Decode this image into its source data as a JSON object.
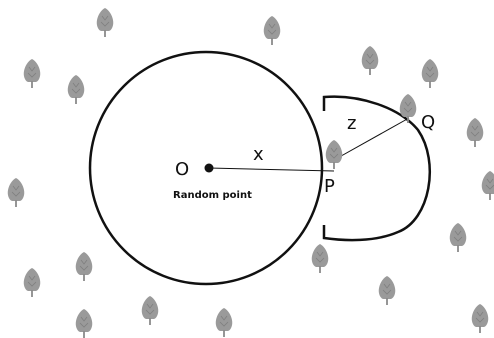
{
  "labels": {
    "origin": "O",
    "origin_caption": "Random point",
    "distance_x": "x",
    "point_p": "P",
    "distance_z": "z",
    "point_q": "Q"
  },
  "colors": {
    "outline": "#111111",
    "tree_foliage": "#9a9a9a",
    "tree_trunk": "#8a8a8a",
    "background": "#ffffff"
  },
  "icons": {
    "tree": "tree-icon",
    "origin_marker": "dot-marker"
  }
}
